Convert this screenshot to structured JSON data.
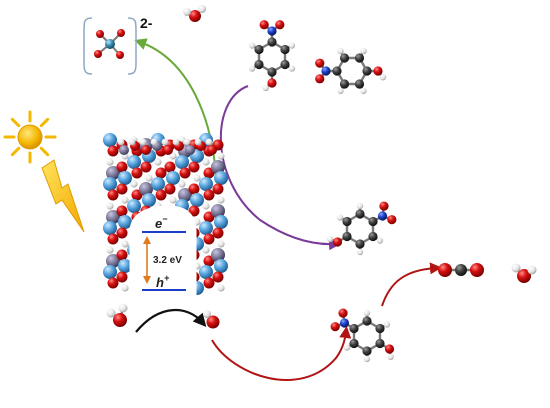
{
  "figure": {
    "charge_label": "2-",
    "electron_label": "e",
    "electron_sup": "−",
    "hole_label": "h",
    "hole_sup": "+",
    "bandgap_label": "3.2 eV"
  },
  "colors": {
    "oxygen": "#d10a0a",
    "hydrogen": "#e8e8e8",
    "carbon": "#3a3a3a",
    "nitrogen": "#1a3ec8",
    "sulfur_center": "#3c8fb3",
    "zn_blue": "#5aa7e0",
    "slate": "#7d7a9a",
    "arrow_green": "#6aaa3a",
    "arrow_purple": "#7a3a9a",
    "arrow_red": "#b01414",
    "arrow_black": "#111111",
    "sun": "#f5b800",
    "bolt": "#f6c800"
  }
}
